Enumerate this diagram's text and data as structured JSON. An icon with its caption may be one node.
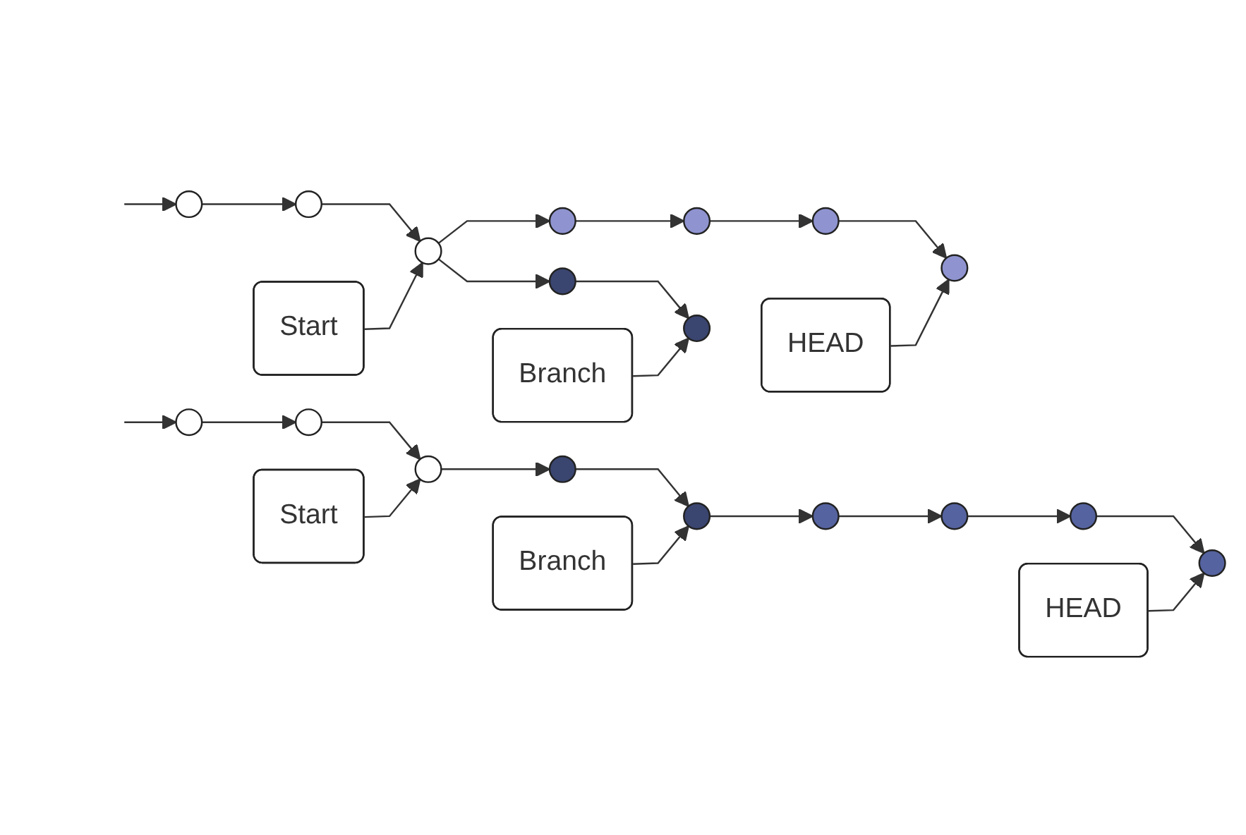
{
  "diagram": {
    "nodes": [
      {
        "text": [
          "Start"
        ]
      },
      {
        "text": [
          "HEAD"
        ]
      },
      {
        "text": [],
        "shape": "circle"
      },
      {
        "text": [],
        "shape": "circle"
      },
      {
        "text": [],
        "shape": "circle"
      },
      {
        "text": [],
        "shape": "circle"
      },
      {
        "text": [],
        "shape": "circle"
      },
      {
        "text": [],
        "shape": "circle"
      },
      {
        "text": [],
        "shape": "circle"
      },
      {
        "text": [],
        "shape": "circle"
      },
      {
        "text": [],
        "shape": "circle"
      },
      {
        "text": [
          "Branch"
        ]
      },
      {
        "text": [
          "Start"
        ]
      },
      {
        "text": [],
        "shape": "circle"
      },
      {
        "text": [],
        "shape": "circle"
      },
      {
        "text": [],
        "shape": "circle"
      },
      {
        "text": [
          "HEAD"
        ]
      },
      {
        "text": [],
        "shape": "circle"
      },
      {
        "text": [],
        "shape": "circle"
      },
      {
        "text": [],
        "shape": "circle"
      },
      {
        "text": [],
        "shape": "circle"
      },
      {
        "text": [],
        "shape": "circle"
      },
      {
        "text": [],
        "shape": "circle"
      },
      {
        "text": [
          "Branch"
        ]
      }
    ],
    "edges": [
      {
        "from": null,
        "to": 2,
        "arrow": "to"
      },
      {
        "from": 2,
        "to": 3,
        "arrow": "to"
      },
      {
        "from": 3,
        "to": 4,
        "arrow": "to"
      },
      {
        "from": 4,
        "to": 5,
        "arrow": "to"
      },
      {
        "from": 5,
        "to": 6,
        "arrow": "to"
      },
      {
        "from": 6,
        "to": 7,
        "arrow": "to"
      },
      {
        "from": 7,
        "to": 8,
        "arrow": "to"
      },
      {
        "from": 4,
        "to": 9,
        "arrow": "to"
      },
      {
        "from": 9,
        "to": 10,
        "arrow": "to"
      },
      {
        "from": 0,
        "to": 4,
        "arrow": "to"
      },
      {
        "from": 1,
        "to": 8,
        "arrow": "to"
      },
      {
        "from": 11,
        "to": 10,
        "arrow": "to"
      },
      {
        "from": null,
        "to": 13,
        "arrow": "to"
      },
      {
        "from": 13,
        "to": 14,
        "arrow": "to"
      },
      {
        "from": 14,
        "to": 15,
        "arrow": "to"
      },
      {
        "from": 15,
        "to": 17,
        "arrow": "to"
      },
      {
        "from": 17,
        "to": 18,
        "arrow": "to"
      },
      {
        "from": 18,
        "to": 19,
        "arrow": "to"
      },
      {
        "from": 19,
        "to": 20,
        "arrow": "to"
      },
      {
        "from": 20,
        "to": 21,
        "arrow": "to"
      },
      {
        "from": 21,
        "to": 22,
        "arrow": "to"
      },
      {
        "from": 12,
        "to": 15,
        "arrow": "to"
      },
      {
        "from": 16,
        "to": 22,
        "arrow": "to"
      },
      {
        "from": 23,
        "to": 18,
        "arrow": "to"
      }
    ]
  }
}
